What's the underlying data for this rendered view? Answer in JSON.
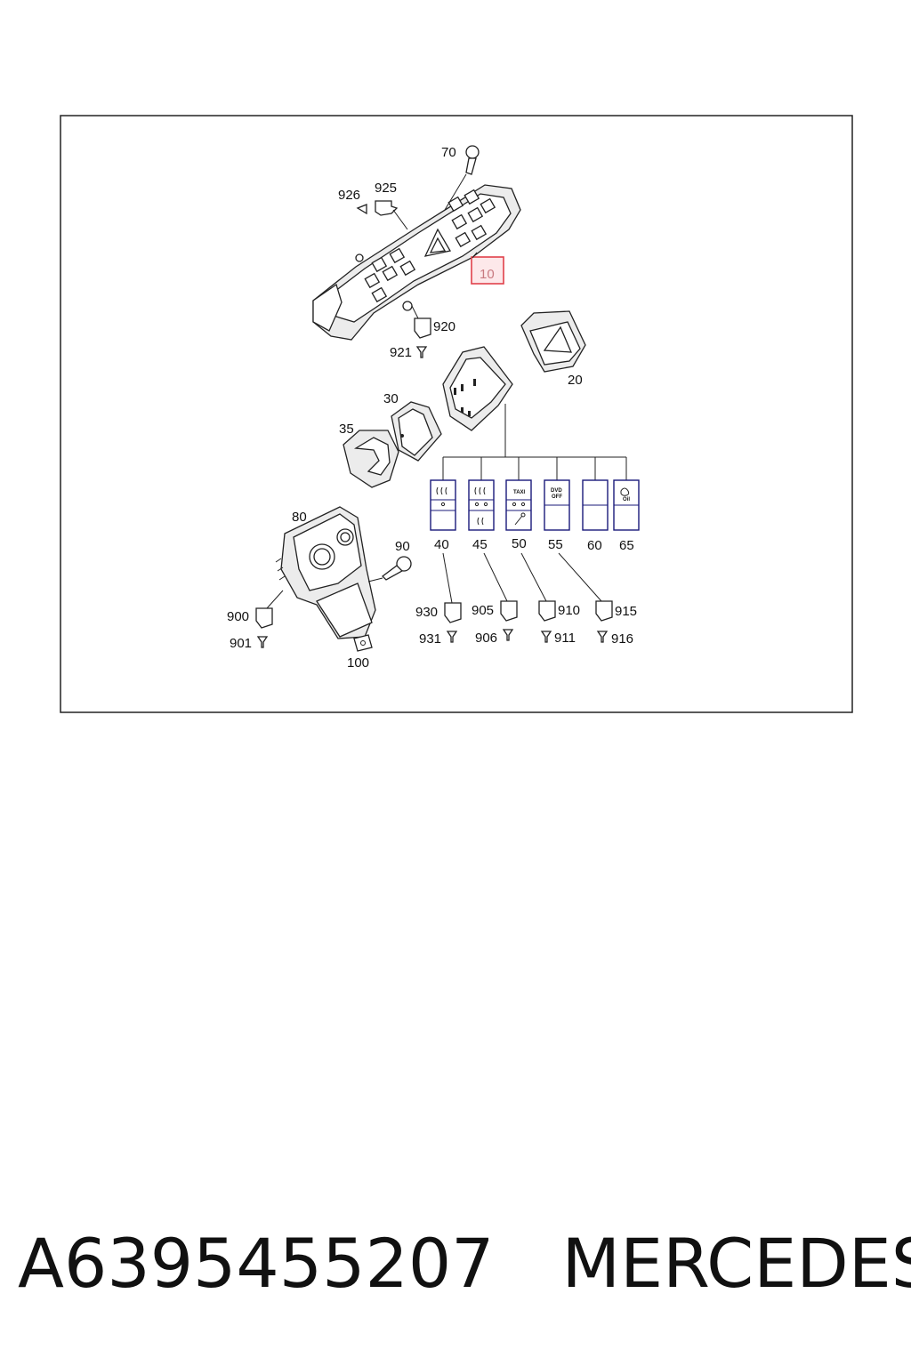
{
  "callouts": {
    "c70": "70",
    "c926": "926",
    "c925": "925",
    "c10": "10",
    "c920": "920",
    "c921": "921",
    "c20": "20",
    "c30": "30",
    "c35": "35",
    "c40": "40",
    "c45": "45",
    "c50": "50",
    "c55": "55",
    "c60": "60",
    "c65": "65",
    "c80": "80",
    "c90": "90",
    "c900": "900",
    "c901": "901",
    "c100": "100",
    "c930": "930",
    "c931": "931",
    "c905": "905",
    "c906": "906",
    "c910": "910",
    "c911": "911",
    "c915": "915",
    "c916": "916"
  },
  "switch_labels": {
    "taxi": "TAXI",
    "dvd": "DVD",
    "off": "OFF",
    "oil": "Oil"
  },
  "highlight_color": "#e0404a",
  "footer": {
    "part_number": "A6395455207",
    "brand": "MERCEDES"
  }
}
